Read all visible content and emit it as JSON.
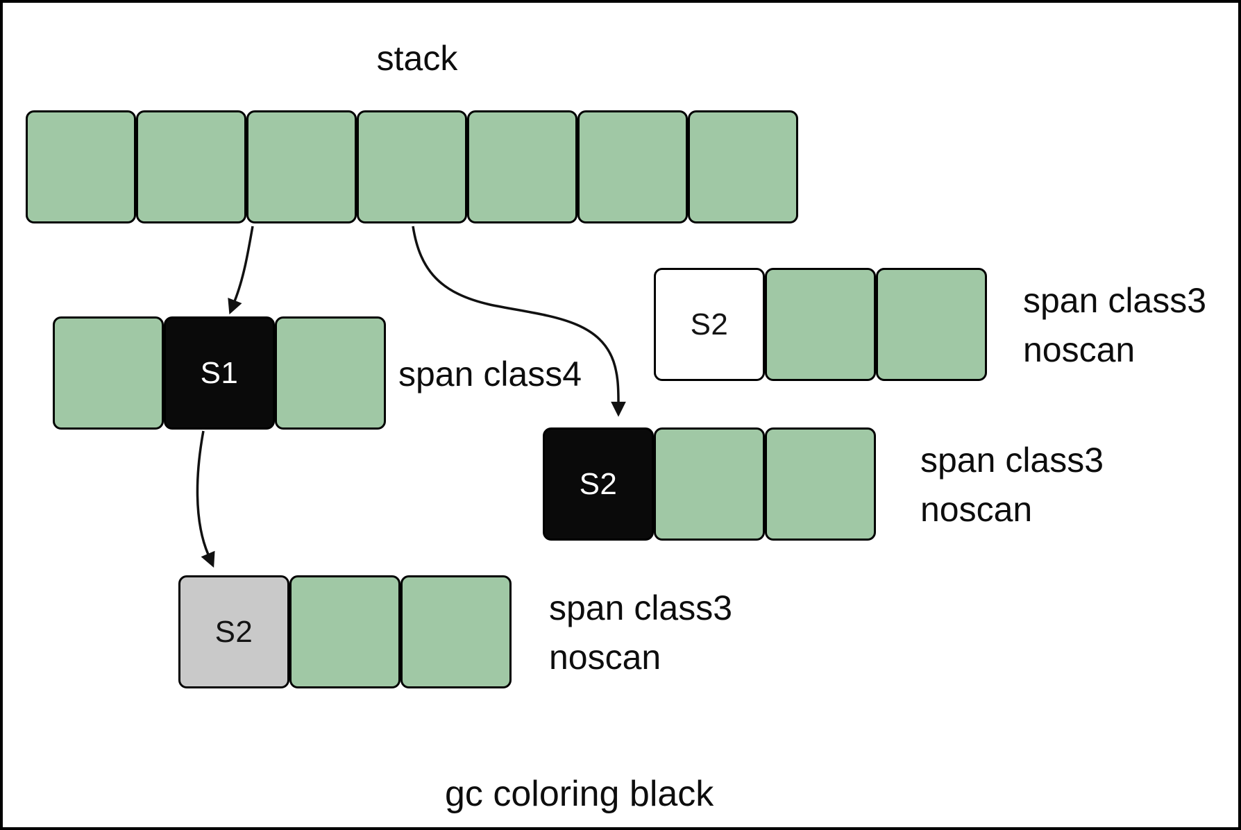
{
  "title": {
    "text": "stack"
  },
  "caption": {
    "text": "gc coloring black"
  },
  "colors": {
    "green": "#a0c8a5",
    "black": "#0a0a0a",
    "gray": "#c9c9c9",
    "white": "#ffffff",
    "line": "#111111"
  },
  "stack": {
    "label": "stack",
    "cell_count": 7,
    "cells": [
      {
        "color": "green",
        "text": ""
      },
      {
        "color": "green",
        "text": ""
      },
      {
        "color": "green",
        "text": ""
      },
      {
        "color": "green",
        "text": ""
      },
      {
        "color": "green",
        "text": ""
      },
      {
        "color": "green",
        "text": ""
      },
      {
        "color": "green",
        "text": ""
      }
    ]
  },
  "spans": [
    {
      "id": "span_class4",
      "label_lines": [
        "span class4"
      ],
      "cells": [
        {
          "color": "green",
          "text": ""
        },
        {
          "color": "black",
          "text": "S1",
          "text_color": "#ffffff"
        },
        {
          "color": "green",
          "text": ""
        }
      ]
    },
    {
      "id": "span_class3_white",
      "label_lines": [
        "span class3",
        "noscan"
      ],
      "cells": [
        {
          "color": "white",
          "text": "S2",
          "text_color": "#141414"
        },
        {
          "color": "green",
          "text": ""
        },
        {
          "color": "green",
          "text": ""
        }
      ]
    },
    {
      "id": "span_class3_black",
      "label_lines": [
        "span class3",
        "noscan"
      ],
      "cells": [
        {
          "color": "black",
          "text": "S2",
          "text_color": "#ffffff"
        },
        {
          "color": "green",
          "text": ""
        },
        {
          "color": "green",
          "text": ""
        }
      ]
    },
    {
      "id": "span_class3_gray",
      "label_lines": [
        "span class3",
        "noscan"
      ],
      "cells": [
        {
          "color": "gray",
          "text": "S2",
          "text_color": "#141414"
        },
        {
          "color": "green",
          "text": ""
        },
        {
          "color": "green",
          "text": ""
        }
      ]
    }
  ],
  "arrows": [
    {
      "from": "stack",
      "to": "S1 cell of span class4"
    },
    {
      "from": "stack",
      "to": "S2 black cell of span class3 noscan"
    },
    {
      "from": "S1 cell of span class4",
      "to": "S2 gray cell of span class3 noscan"
    }
  ]
}
